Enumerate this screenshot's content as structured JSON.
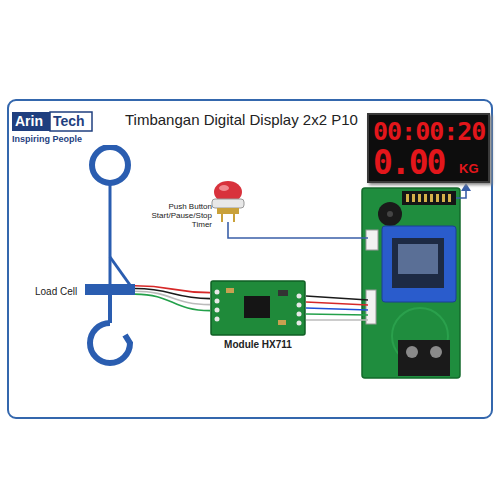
{
  "diagram": {
    "title": "Timbangan Digital Display 2x2 P10",
    "nodes": [
      {
        "text": [
          "Arin",
          "Tech",
          "Inspiring People"
        ]
      },
      {
        "text": [
          "00:00:20",
          "0.00",
          "KG"
        ]
      },
      {
        "text": [
          "Push Button Start/Pause/Stop Timer"
        ]
      },
      {
        "text": [
          "Load Cell"
        ]
      },
      {
        "text": [
          "Module HX711"
        ]
      }
    ],
    "edges": [
      {
        "from": 3,
        "to": 4,
        "arrow": "none"
      }
    ]
  }
}
